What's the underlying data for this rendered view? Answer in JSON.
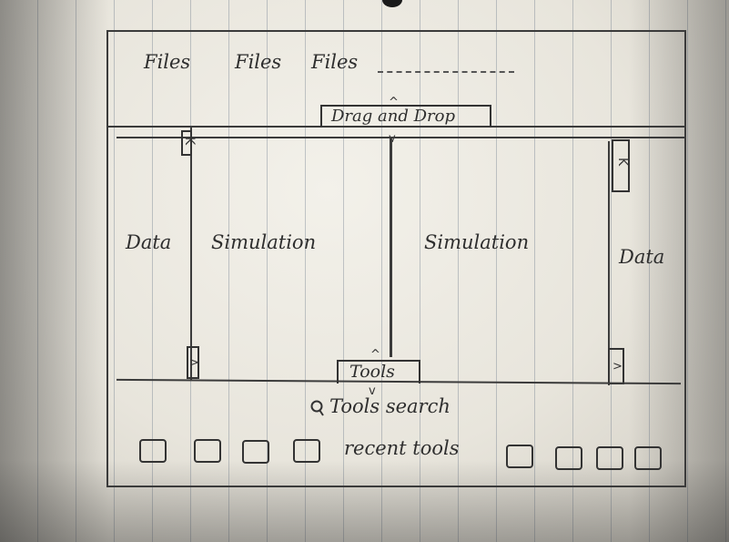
{
  "menu": {
    "items": [
      "Files",
      "Files",
      "Files"
    ]
  },
  "drag_handle": {
    "label": "Drag and Drop"
  },
  "panels": {
    "left_data": {
      "label": "Data"
    },
    "left_simulation": {
      "label": "Simulation"
    },
    "right_simulation": {
      "label": "Simulation"
    },
    "right_data": {
      "label": "Data"
    }
  },
  "tools": {
    "toggle_label": "Tools",
    "search_label": "Tools search",
    "recent_label": "recent tools"
  },
  "icons": {
    "collapse": "K",
    "expand": ">"
  }
}
